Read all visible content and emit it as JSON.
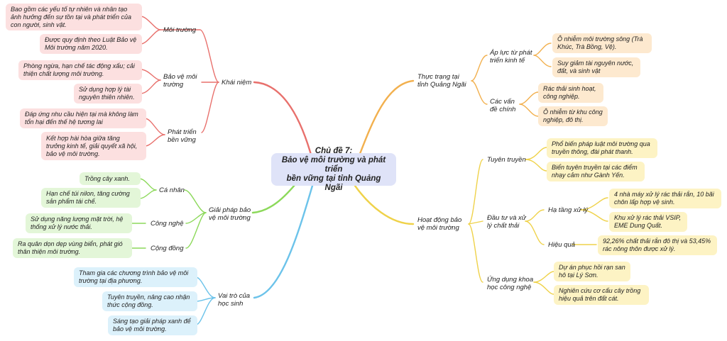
{
  "center": {
    "title": "Chủ đề 7:",
    "subtitle": "Bảo vệ môi trường và phát triển\nbền vững tại tỉnh Quảng Ngãi"
  },
  "khai_niem": {
    "label": "Khái niệm",
    "moi_truong": {
      "label": "Môi trường",
      "items": [
        "Bao gồm các yếu tố tự nhiên và nhân tạo\nảnh hưởng đến sự tồn tại và phát triển của\ncon người, sinh vật.",
        "Được quy định theo Luật Bảo vệ\nMôi trường năm 2020."
      ]
    },
    "bao_ve": {
      "label": "Bảo vệ môi\ntrường",
      "items": [
        "Phòng ngừa, hạn chế tác động xấu; cải\nthiện chất lượng môi trường.",
        "Sử dụng hợp lý tài\nnguyên thiên nhiên."
      ]
    },
    "phat_trien": {
      "label": "Phát triển\nbền vững",
      "items": [
        "Đáp ứng nhu cầu hiện tại mà không làm\ntổn hại đến thế hệ tương lai",
        "Kết hợp hài hòa giữa tăng\ntrưởng kinh tế, giải quyết xã hội,\nbảo vệ môi trường."
      ]
    }
  },
  "giai_phap": {
    "label": "Giải pháp bảo\nvệ môi trường",
    "ca_nhan": {
      "label": "Cá nhân",
      "items": [
        "Trồng cây xanh.",
        "Hạn chế túi nilon, tăng cường\nsản phẩm tái chế."
      ]
    },
    "cong_nghe": {
      "label": "Công nghệ",
      "items": [
        "Sử dụng năng lượng mặt trời, hệ\nthống xử lý nước thải."
      ]
    },
    "cong_dong": {
      "label": "Cộng đồng",
      "items": [
        "Ra quân dọn dẹp vùng biển, phát gió\nthân thiện môi trường."
      ]
    }
  },
  "vai_tro": {
    "label": "Vai trò của\nhọc sinh",
    "items": [
      "Tham gia các chương trình bảo vệ môi\ntrường tại địa phương.",
      "Tuyên truyền, nâng cao nhận\nthức cộng đồng.",
      "Sáng tạo giải pháp xanh để\nbảo vệ môi trường."
    ]
  },
  "thuc_trang": {
    "label": "Thực trạng tại\ntỉnh Quảng Ngãi",
    "ap_luc": {
      "label": "Áp lực từ phát\ntriển kinh tế",
      "items": [
        "Ô nhiễm môi trường sông (Trà\nKhúc, Trà Bồng, Vệ).",
        "Suy giảm tài nguyên nước,\nđất, và sinh vật"
      ]
    },
    "van_de": {
      "label": "Các vấn\nđề chính",
      "items": [
        "Rác thải sinh hoạt,\ncông nghiệp.",
        "Ô nhiễm từ khu công\nnghiệp, đô thị."
      ]
    }
  },
  "hoat_dong": {
    "label": "Hoạt động bảo\nvệ môi trường",
    "tuyen_truyen": {
      "label": "Tuyên truyền",
      "items": [
        "Phổ biến pháp luật môi trường qua\ntruyền thông, đài phát thanh.",
        "Biển tuyên truyền tại các điểm\nnhạy cảm như Gành Yến."
      ]
    },
    "dau_tu": {
      "label": "Đầu tư và xử\nlý chất thải",
      "ha_tang": {
        "label": "Hạ tầng xử lý",
        "items": [
          "4 nhà máy xử lý rác thải rắn, 10 bãi\nchôn lấp hợp vệ sinh.",
          "Khu xử lý rác thải VSIP,\nEME Dung Quất."
        ]
      },
      "hieu_qua": {
        "label": "Hiệu quả",
        "items": [
          "92,26% chất thải rắn đô thị và 53,45%\nrác nông thôn được xử lý."
        ]
      }
    },
    "ung_dung": {
      "label": "Ứng dụng khoa\nhọc công nghệ",
      "items": [
        "Dự án phục hồi rạn san\nhô tại Lý Sơn.",
        "Nghiên cứu cơ cấu cây trồng\nhiệu quả trên đất cát."
      ]
    }
  },
  "colors": {
    "red_branch": "#e8706c",
    "orange_branch": "#f2b04e",
    "yellow_branch": "#efd24a",
    "green_branch": "#8cd95a",
    "blue_branch": "#6cc3ea"
  }
}
